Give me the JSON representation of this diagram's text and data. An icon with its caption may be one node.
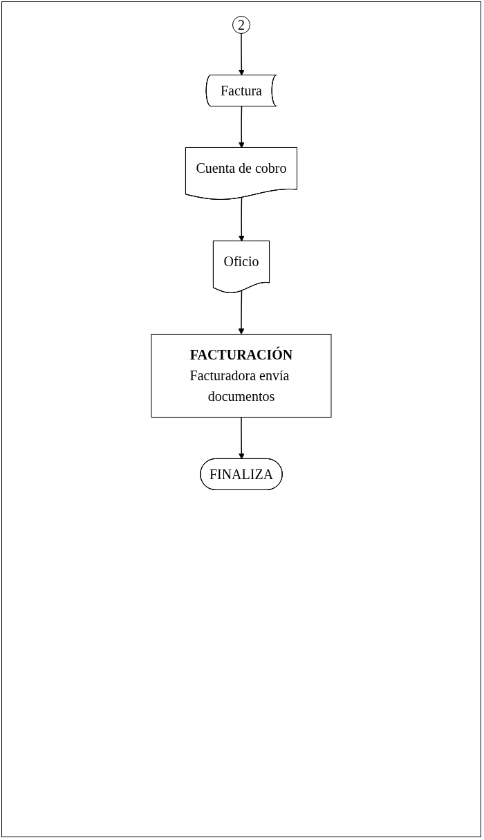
{
  "diagram": {
    "nodes": [
      {
        "text": [
          "2"
        ]
      },
      {
        "text": [
          "Factura"
        ]
      },
      {
        "text": [
          "Cuenta de cobro"
        ]
      },
      {
        "text": [
          "Oficio"
        ]
      },
      {
        "text": [
          "FACTURACIÓN",
          "Facturadora envía documentos"
        ]
      },
      {
        "text": [
          "FINALIZA"
        ]
      }
    ],
    "edges": [
      {
        "from": 0,
        "to": 1,
        "arrow": "to"
      },
      {
        "from": 1,
        "to": 2,
        "arrow": "to"
      },
      {
        "from": 2,
        "to": 3,
        "arrow": "to"
      },
      {
        "from": 3,
        "to": 4,
        "arrow": "to"
      },
      {
        "from": 4,
        "to": 5,
        "arrow": "to"
      }
    ]
  }
}
